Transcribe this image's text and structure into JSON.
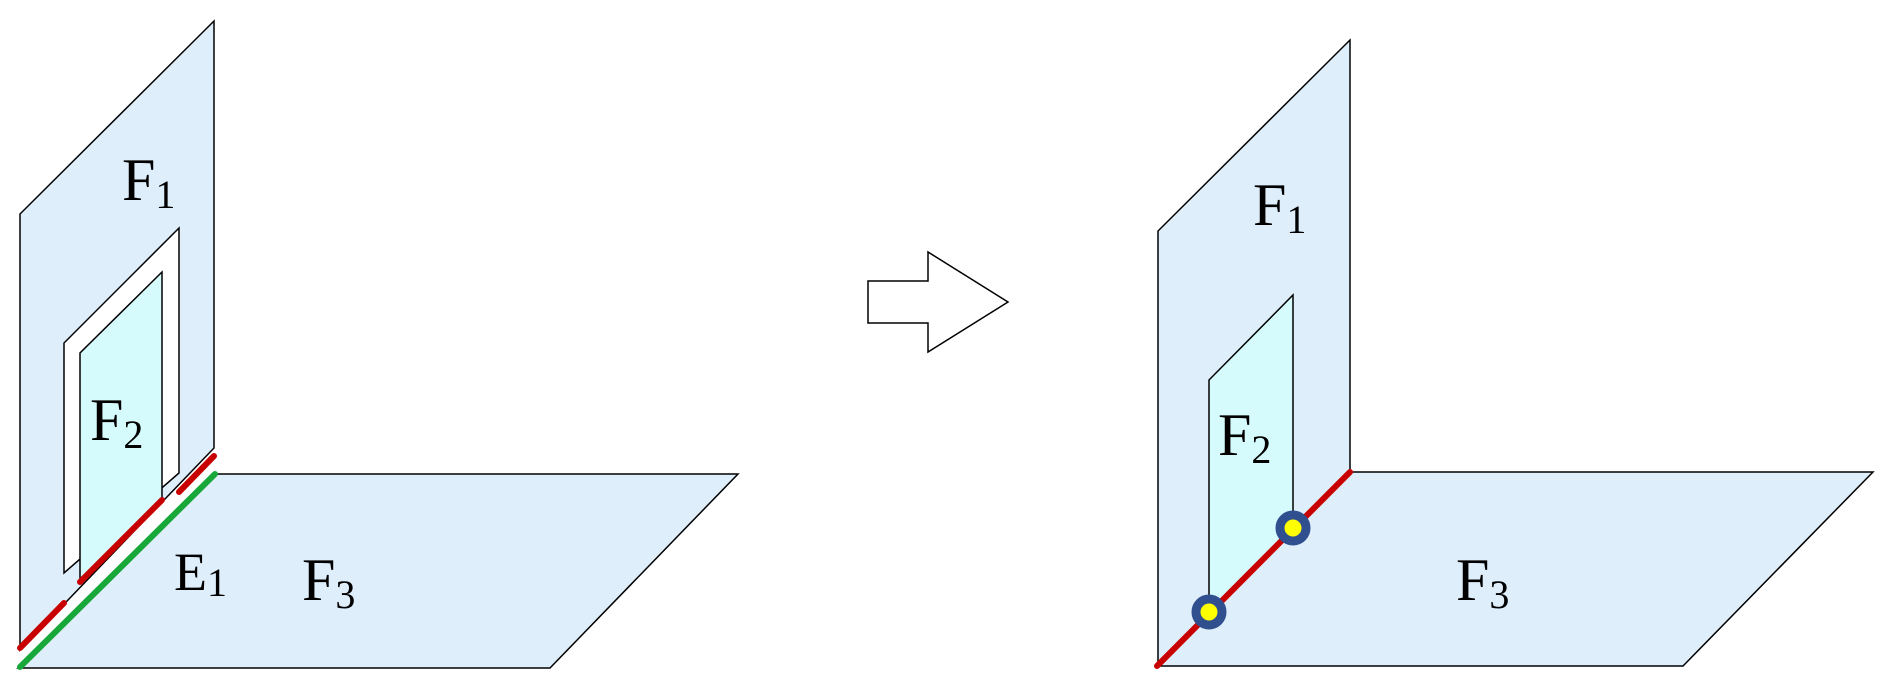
{
  "colors": {
    "face_fill": "#dfeefb",
    "inner_face_fill": "#d6fbfd",
    "stroke": "#000000",
    "red_edge": "#c80000",
    "green_edge": "#18a83a",
    "vertex_outer": "#2f4f8f",
    "vertex_inner": "#ffff00"
  },
  "left": {
    "f1": {
      "main": "F",
      "sub": "1"
    },
    "f2": {
      "main": "F",
      "sub": "2"
    },
    "f3": {
      "main": "F",
      "sub": "3"
    },
    "e1": {
      "main": "E",
      "sub": "1"
    }
  },
  "right": {
    "f1": {
      "main": "F",
      "sub": "1"
    },
    "f2": {
      "main": "F",
      "sub": "2"
    },
    "f3": {
      "main": "F",
      "sub": "3"
    }
  },
  "arrow_icon": "right-arrow-icon"
}
